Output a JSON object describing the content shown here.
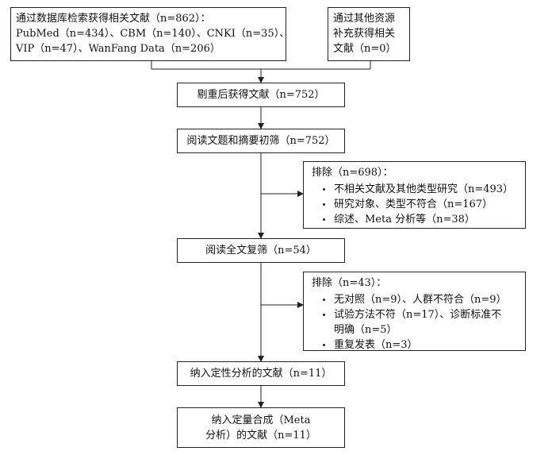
{
  "sources": {
    "database": {
      "lines": [
        "通过数据库检索获得相关文献（n=862）：",
        "PubMed（n=434）、CBM（n=140）、CNKI（n=35）、",
        "VIP（n=47）、WanFang Data（n=206）"
      ]
    },
    "other": {
      "lines": [
        "通过其他资源",
        "补充获得相关",
        "文献（n=0）"
      ]
    }
  },
  "steps": {
    "dedup": "剔重后获得文献（n=752）",
    "screen_title": "阅读文题和摘要初筛（n=752）",
    "fulltext": "阅读全文复筛（n=54）",
    "qualitative": "纳入定性分析的文献（n=11）",
    "quantitative": [
      "纳入定量合成（Meta",
      "分析）的文献（n=11）"
    ]
  },
  "exclusions": {
    "first": {
      "heading": "排除（n=698）：",
      "items": [
        "不相关文献及其他类型研究（n=493）",
        "研究对象、类型不符合（n=167）",
        "综述、Meta 分析等（n=38）"
      ]
    },
    "second": {
      "heading": "排除（n=43）：",
      "items": [
        "无对照（n=9）、人群不符合（n=9）",
        "试验方法不符（n=17）、诊断标准不",
        "明确（n=5）",
        "重复发表（n=3）"
      ]
    }
  }
}
